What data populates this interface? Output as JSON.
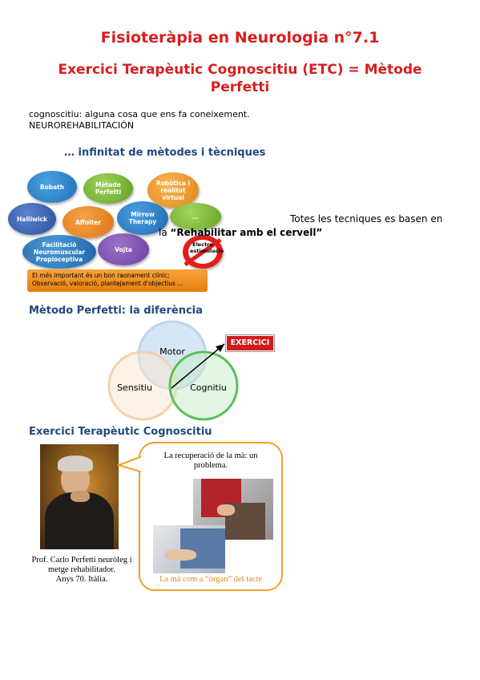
{
  "title_main": "Fisioteràpia en Neurologia n°7.1",
  "title_sub": "Exercici Terapèutic Cognoscitiu (ETC) = Mètode Perfetti",
  "intro": {
    "line1": "cognoscitiu: alguna cosa que ens fa coneixement.",
    "line2": "NEUROREHABILITACIÓN"
  },
  "section1": {
    "heading": "… infinitat de mètodes i tècniques",
    "bubbles": [
      "Bobath",
      "Mètode Perfetti",
      "Robòtica i realitat virtual",
      "Halliwick",
      "Affolter",
      "Mirrow Therapy",
      "...",
      "Facilitació Neuromuscular Propioceptiva",
      "Vojta",
      "Electro estimulació"
    ],
    "banner_line1": "El més important és un bon raonament clínic;",
    "banner_line2": "Observació, valoració, plantejament d'objectius ...",
    "note_line1": "Totes les tecniques es basen en",
    "note_prefix": "la",
    "note_quote": "“Rehabilitar amb el cervell”"
  },
  "section2": {
    "heading": "Mètodo Perfetti: la diferència",
    "circles": [
      "Motor",
      "Sensitiu",
      "Cognitiu"
    ],
    "exercise_label": "EXERCICI"
  },
  "section3": {
    "heading": "Exercici Terapèutic Cognoscitiu",
    "caption_line1": "Prof. Carlo Perfetti neuròleg i",
    "caption_line2": "metge rehabilitador.",
    "caption_line3": "Anys 70. Itàlia.",
    "callout_title_line1": "La recuperació de la mà: un",
    "callout_title_line2": "problema.",
    "callout_bottom": "La mà com a “òrgan” del tacte"
  },
  "colors": {
    "title_red": "#d81e1e",
    "heading_blue": "#1f497d",
    "callout_orange": "#f0a028"
  }
}
